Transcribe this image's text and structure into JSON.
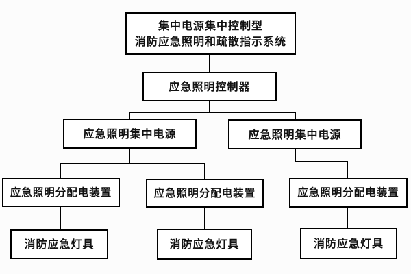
{
  "nodes": {
    "system": {
      "lines": [
        "集中电源集中控制型",
        "消防应急照明和疏散指示系统"
      ]
    },
    "controller": {
      "label": "应急照明控制器"
    },
    "central_power_left": {
      "label": "应急照明集中电源"
    },
    "central_power_right": {
      "label": "应急照明集中电源"
    },
    "distribution_left": {
      "label": "应急照明分配电装置"
    },
    "distribution_middle": {
      "label": "应急照明分配电装置"
    },
    "distribution_right": {
      "label": "应急照明分配电装置"
    },
    "lamp_left": {
      "label": "消防应急灯具"
    },
    "lamp_middle": {
      "label": "消防应急灯具"
    },
    "lamp_right": {
      "label": "消防应急灯具"
    }
  },
  "colors": {
    "box_border": "#000000",
    "box_fill": "#ffffff",
    "connector": "#000000",
    "text": "#111111",
    "background": "#fcfcfc"
  }
}
